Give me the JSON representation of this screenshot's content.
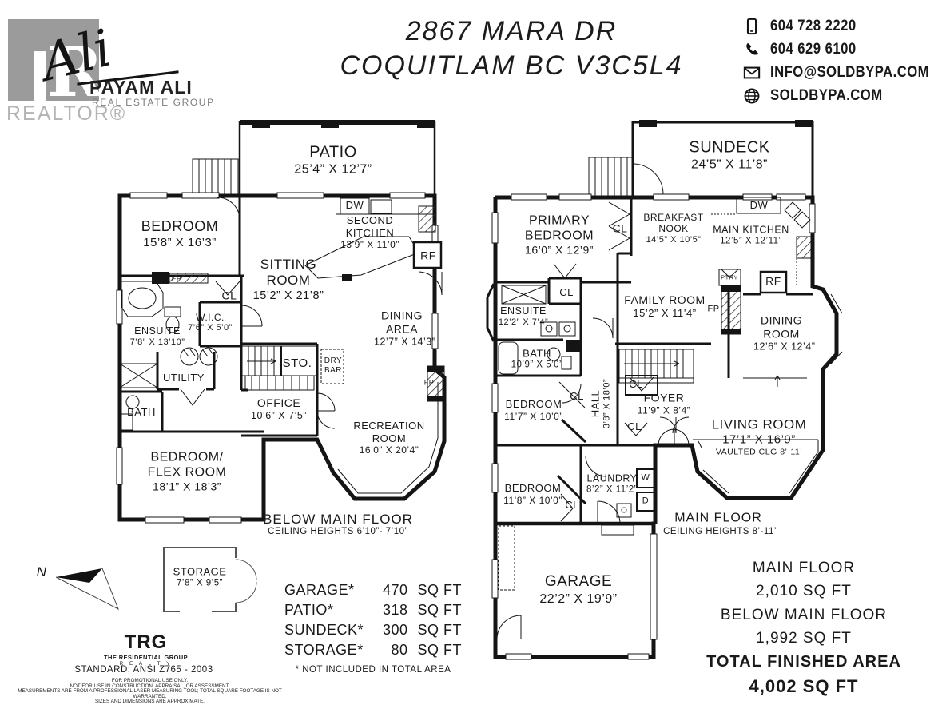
{
  "header": {
    "logo": {
      "monogram": "R",
      "signature": "Ali",
      "agent_name": "PAYAM ALI",
      "group_name": "REAL ESTATE GROUP",
      "realtor": "REALTOR®"
    },
    "address_line1": "2867 MARA DR",
    "address_line2": "COQUITLAM BC  V3C5L4",
    "contacts": [
      {
        "icon": "mobile-icon",
        "text": "604 728 2220"
      },
      {
        "icon": "phone-icon",
        "text": "604 629 6100"
      },
      {
        "icon": "email-icon",
        "text": "INFO@SOLDBYPA.COM"
      },
      {
        "icon": "globe-icon",
        "text": "SOLDBYPA.COM"
      }
    ]
  },
  "below_floor": {
    "title": "BELOW MAIN FLOOR",
    "subtitle": "CEILING HEIGHTS  6’10”- 7’10”",
    "rooms": {
      "patio": {
        "name": "PATIO",
        "dims": "25’4” X 12’7”"
      },
      "bedroom": {
        "name": "BEDROOM",
        "dims": "15’8” X 16’3”"
      },
      "sitting_room": {
        "name": "SITTING ROOM",
        "dims": "15’2” X 21’8”"
      },
      "second_kitchen": {
        "name": "SECOND KITCHEN",
        "dims": "13’9” X 11’0”"
      },
      "dining_area": {
        "name": "DINING AREA",
        "dims": "12’7” X 14’3”"
      },
      "ensuite": {
        "name": "ENSUITE",
        "dims": "7’8” X 13’10”"
      },
      "wic": {
        "name": "W.I.C.",
        "dims": "7’6” X 5’0”"
      },
      "office": {
        "name": "OFFICE",
        "dims": "10’6” X 7’5”"
      },
      "recreation_room": {
        "name": "RECREATION ROOM",
        "dims": "16’0” X 20’4”"
      },
      "flex_room": {
        "name": "BEDROOM/ FLEX ROOM",
        "dims": "18’1” X 18’3”"
      },
      "utility": {
        "name": "UTILITY"
      },
      "bath": {
        "name": "BATH"
      },
      "sto": {
        "name": "STO."
      },
      "dry_bar": {
        "name": "DRY BAR"
      }
    }
  },
  "main_floor": {
    "title": "MAIN FLOOR",
    "subtitle": "CEILING HEIGHTS  8’-11’",
    "rooms": {
      "sundeck": {
        "name": "SUNDECK",
        "dims": "24’5” X 11’8”"
      },
      "primary_bedroom": {
        "name": "PRIMARY BEDROOM",
        "dims": "16’0” X 12’9”"
      },
      "breakfast_nook": {
        "name": "BREAKFAST NOOK",
        "dims": "14’5” X 10’5”"
      },
      "main_kitchen": {
        "name": "MAIN KITCHEN",
        "dims": "12’5” X 12’11”"
      },
      "family_room": {
        "name": "FAMILY ROOM",
        "dims": "15’2” X 11’4”"
      },
      "dining_room": {
        "name": "DINING ROOM",
        "dims": "12’6” X 12’4”"
      },
      "ensuite": {
        "name": "ENSUITE",
        "dims": "12’2” X 7’4”"
      },
      "bath": {
        "name": "BATH",
        "dims": "10’9” X 5’0”"
      },
      "hall": {
        "name": "HALL",
        "dims": "3’8” X 18’0”"
      },
      "foyer": {
        "name": "FOYER",
        "dims": "11’9” X 8’4”"
      },
      "bedroom_upper": {
        "name": "BEDROOM",
        "dims": "11’7” X 10’0”"
      },
      "bedroom_lower": {
        "name": "BEDROOM",
        "dims": "11’8” X 10’0”"
      },
      "laundry": {
        "name": "LAUNDRY",
        "dims": "8’2” X 11’2”"
      },
      "living_room": {
        "name": "LIVING ROOM",
        "dims": "17’1” X 16’9”",
        "note": "VAULTED CLG 8’-11’"
      },
      "garage": {
        "name": "GARAGE",
        "dims": "22’2” X 19’9”"
      },
      "ptry": {
        "name": "PTRY"
      }
    }
  },
  "labels": {
    "cl": "CL",
    "dw": "DW",
    "rf": "RF",
    "fp": "FP",
    "w": "W",
    "d": "D"
  },
  "storage_unit": {
    "name": "STORAGE",
    "dims": "7’8” X 9’5”"
  },
  "compass": {
    "north": "N"
  },
  "area_table": {
    "rows": [
      {
        "label": "GARAGE*",
        "value": "470",
        "unit": "SQ FT"
      },
      {
        "label": "PATIO*",
        "value": "318",
        "unit": "SQ FT"
      },
      {
        "label": "SUNDECK*",
        "value": "300",
        "unit": "SQ FT"
      },
      {
        "label": "STORAGE*",
        "value": "80",
        "unit": "SQ FT"
      }
    ],
    "footnote": "* NOT INCLUDED IN TOTAL AREA"
  },
  "summary": {
    "main_floor_label": "MAIN FLOOR",
    "main_floor_value": "2,010  SQ FT",
    "below_floor_label": "BELOW MAIN FLOOR",
    "below_floor_value": "1,992  SQ FT",
    "total_label": "TOTAL FINISHED AREA",
    "total_value": "4,002  SQ FT"
  },
  "footer": {
    "brand": "TRG",
    "brand_line1": "THE RESIDENTIAL GROUP",
    "brand_line2": "R E A L T Y",
    "standard": "STANDARD: ANSI  Z765 - 2003",
    "disclaimers": [
      "FOR PROMOTIONAL USE ONLY.",
      "NOT FOR USE IN CONSTRUCTION, APPRAISAL, OR ASSESSMENT.",
      "MEASUREMENTS ARE FROM A PROFESSIONAL LASER MEASURING TOOL; TOTAL SQUARE FOOTAGE IS NOT WARRANTED.",
      "SIZES AND DIMENSIONS ARE APPROXIMATE."
    ]
  }
}
